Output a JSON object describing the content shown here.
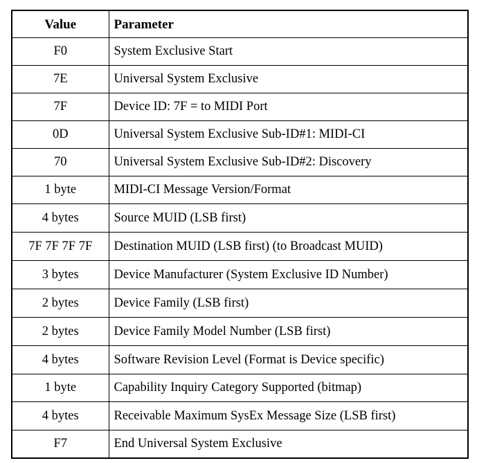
{
  "table": {
    "headers": {
      "value": "Value",
      "parameter": "Parameter"
    },
    "rows": [
      {
        "value": "F0",
        "parameter": "System Exclusive Start"
      },
      {
        "value": "7E",
        "parameter": "Universal System Exclusive"
      },
      {
        "value": "7F",
        "parameter": "Device ID: 7F = to MIDI Port"
      },
      {
        "value": "0D",
        "parameter": "Universal System Exclusive Sub-ID#1: MIDI-CI"
      },
      {
        "value": "70",
        "parameter": "Universal System Exclusive Sub-ID#2: Discovery"
      },
      {
        "value": "1 byte",
        "parameter": "MIDI-CI Message Version/Format"
      },
      {
        "value": "4 bytes",
        "parameter": "Source MUID (LSB first)"
      },
      {
        "value": "7F 7F 7F 7F",
        "parameter": "Destination MUID (LSB first) (to Broadcast MUID)"
      },
      {
        "value": "3 bytes",
        "parameter": "Device Manufacturer (System Exclusive ID Number)"
      },
      {
        "value": "2 bytes",
        "parameter": "Device Family (LSB first)"
      },
      {
        "value": "2 bytes",
        "parameter": "Device Family Model Number (LSB first)"
      },
      {
        "value": "4 bytes",
        "parameter": "Software Revision Level (Format is Device specific)"
      },
      {
        "value": "1 byte",
        "parameter": "Capability Inquiry Category Supported (bitmap)"
      },
      {
        "value": "4 bytes",
        "parameter": "Receivable Maximum SysEx Message Size (LSB first)"
      },
      {
        "value": "F7",
        "parameter": "End Universal System Exclusive"
      }
    ]
  }
}
